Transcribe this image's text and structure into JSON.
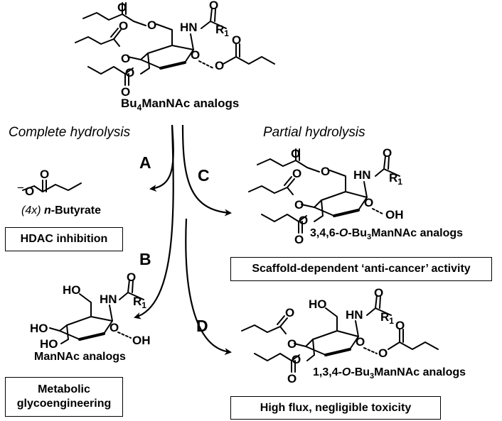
{
  "structures": {
    "top_name": "Bu",
    "top_sub": "4",
    "top_suffix": "ManNAc analogs",
    "c_prefix": "3,4,6-",
    "c_o": "O",
    "c_dash": "-Bu",
    "c_sub": "3",
    "c_suffix": "ManNAc analogs",
    "d_prefix": "1,3,4-",
    "d_o": "O",
    "d_dash": "-Bu",
    "d_sub": "3",
    "d_suffix": "ManNAc analogs",
    "mannac": "ManNAc analogs",
    "butyrate_mult": "(4x)",
    "butyrate_n": "n",
    "butyrate_name": "-Butyrate"
  },
  "atoms": {
    "O": "O",
    "HN": "HN",
    "R": "R",
    "R_sub": "1",
    "OH": "OH",
    "HO": "HO",
    "minus": "−"
  },
  "routes": {
    "complete": "Complete hydrolysis",
    "partial": "Partial hydrolysis",
    "A": "A",
    "B": "B",
    "C": "C",
    "D": "D"
  },
  "boxes": {
    "hdac": "HDAC inhibition",
    "scaffold": "Scaffold-dependent ‘anti-cancer’ activity",
    "metabolic_1": "Metabolic",
    "metabolic_2": "glycoengineering",
    "flux": "High flux, negligible toxicity"
  }
}
